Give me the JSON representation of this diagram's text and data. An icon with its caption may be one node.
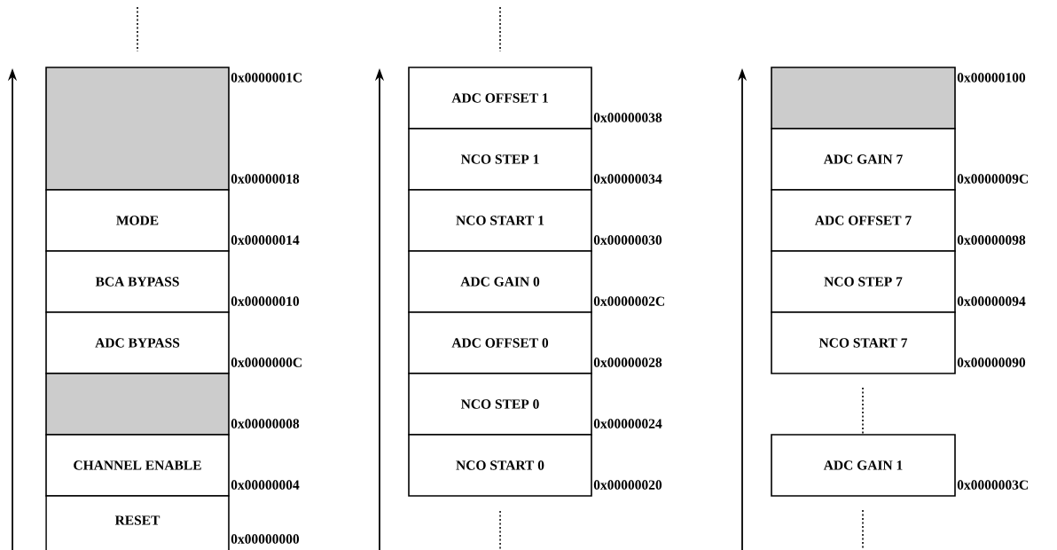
{
  "diagram": {
    "nodes": [
      {
        "text": [],
        "shape": "box",
        "beside": [
          "0x0000001C",
          "0x00000018"
        ]
      },
      {
        "text": [
          "MODE"
        ],
        "beside": [
          "0x00000014"
        ]
      },
      {
        "text": [
          "BCA BYPASS"
        ],
        "beside": [
          "0x00000010"
        ]
      },
      {
        "text": [
          "ADC BYPASS"
        ],
        "beside": [
          "0x0000000C"
        ]
      },
      {
        "text": [],
        "shape": "box",
        "beside": [
          "0x00000008"
        ]
      },
      {
        "text": [
          "CHANNEL ENABLE"
        ],
        "beside": [
          "0x00000004"
        ]
      },
      {
        "text": [
          "RESET"
        ],
        "beside": [
          "0x00000000"
        ]
      },
      {
        "text": [
          "ADC OFFSET 1"
        ],
        "beside": [
          "0x00000038"
        ]
      },
      {
        "text": [
          "NCO STEP 1"
        ],
        "beside": [
          "0x00000034"
        ]
      },
      {
        "text": [
          "NCO START 1"
        ],
        "beside": [
          "0x00000030"
        ]
      },
      {
        "text": [
          "ADC GAIN 0"
        ],
        "beside": [
          "0x0000002C"
        ]
      },
      {
        "text": [
          "ADC OFFSET 0"
        ],
        "beside": [
          "0x00000028"
        ]
      },
      {
        "text": [
          "NCO STEP 0"
        ],
        "beside": [
          "0x00000024"
        ]
      },
      {
        "text": [
          "NCO START 0"
        ],
        "beside": [
          "0x00000020"
        ]
      },
      {
        "text": [],
        "shape": "box",
        "beside": [
          "0x00000100"
        ]
      },
      {
        "text": [
          "ADC GAIN 7"
        ],
        "beside": [
          "0x0000009C"
        ]
      },
      {
        "text": [
          "ADC OFFSET 7"
        ],
        "beside": [
          "0x00000098"
        ]
      },
      {
        "text": [
          "NCO STEP 7"
        ],
        "beside": [
          "0x00000094"
        ]
      },
      {
        "text": [
          "NCO START 7"
        ],
        "beside": [
          "0x00000090"
        ]
      },
      {
        "text": [
          "ADC GAIN 1"
        ],
        "beside": [
          "0x0000003C"
        ]
      }
    ]
  }
}
